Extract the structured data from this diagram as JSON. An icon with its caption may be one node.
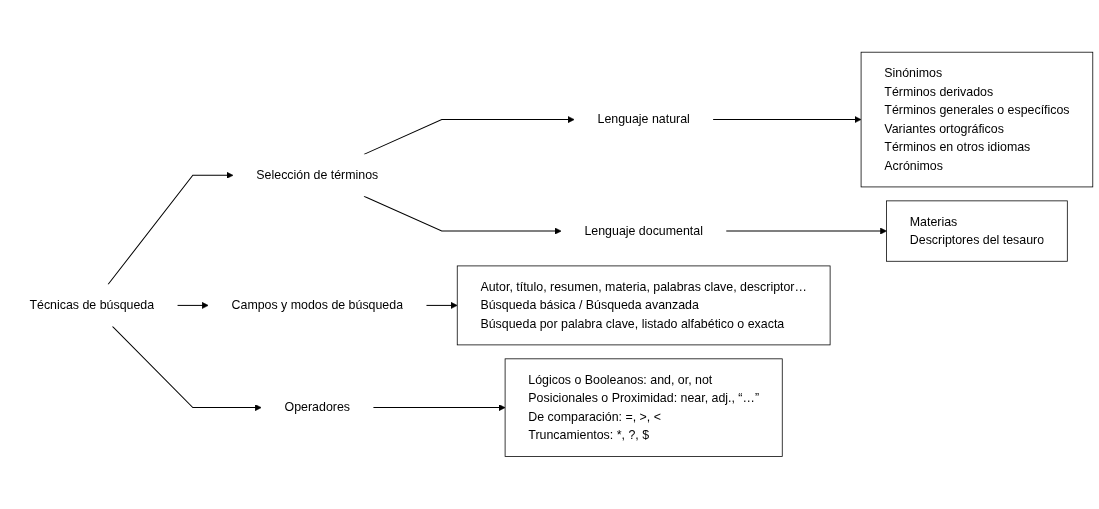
{
  "diagram": {
    "nodes": [
      {
        "text": [
          "Técnicas de búsqueda"
        ]
      },
      {
        "text": [
          "Selección de términos"
        ]
      },
      {
        "text": [
          "Lenguaje natural"
        ]
      },
      {
        "text": [
          "Sinónimos",
          "Términos derivados",
          "Términos generales o específicos",
          "Variantes ortográficos",
          "Términos en otros idiomas",
          "Acrónimos"
        ]
      },
      {
        "text": [
          "Lenguaje documental"
        ]
      },
      {
        "text": [
          "Materias",
          "Descriptores del tesauro"
        ]
      },
      {
        "text": [
          "Campos y modos de búsqueda"
        ]
      },
      {
        "text": [
          "Autor, título, resumen, materia, palabras clave, descriptor…",
          "Búsqueda básica / Búsqueda avanzada",
          "Búsqueda por palabra clave, listado alfabético o exacta"
        ]
      },
      {
        "text": [
          "Operadores"
        ]
      },
      {
        "text": [
          "Lógicos o Booleanos: and, or, not",
          "Posicionales o Proximidad: near, adj., “…”",
          "De comparación: =, >, <",
          "Truncamientos: *, ?, $"
        ]
      }
    ],
    "edges": [
      {
        "from": 0,
        "to": 1,
        "arrow": "to"
      },
      {
        "from": 0,
        "to": 6,
        "arrow": "to"
      },
      {
        "from": 0,
        "to": 8,
        "arrow": "to"
      },
      {
        "from": 1,
        "to": 2,
        "arrow": "to"
      },
      {
        "from": 1,
        "to": 4,
        "arrow": "to"
      },
      {
        "from": 2,
        "to": 3,
        "arrow": "to"
      },
      {
        "from": 4,
        "to": 5,
        "arrow": "to"
      },
      {
        "from": 6,
        "to": 7,
        "arrow": "to"
      },
      {
        "from": 8,
        "to": 9,
        "arrow": "to"
      }
    ]
  }
}
